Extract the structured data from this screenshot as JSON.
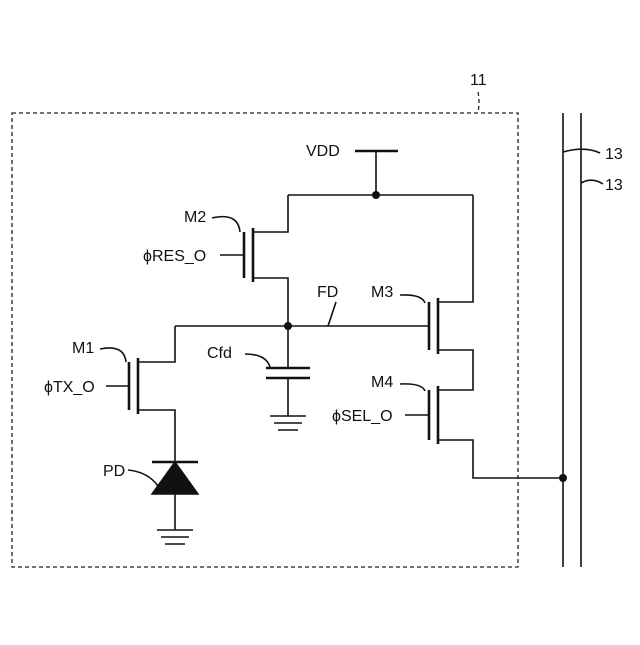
{
  "figure": {
    "pixel_ref": "11",
    "vertical_line_ref_1": "13",
    "vertical_line_ref_2": "13"
  },
  "labels": {
    "vdd": "VDD",
    "m1": "M1",
    "m2": "M2",
    "m3": "M3",
    "m4": "M4",
    "phi_res": "ϕRES_O",
    "phi_tx": "ϕTX_O",
    "phi_sel": "ϕSEL_O",
    "fd": "FD",
    "cfd": "Cfd",
    "pd": "PD"
  }
}
